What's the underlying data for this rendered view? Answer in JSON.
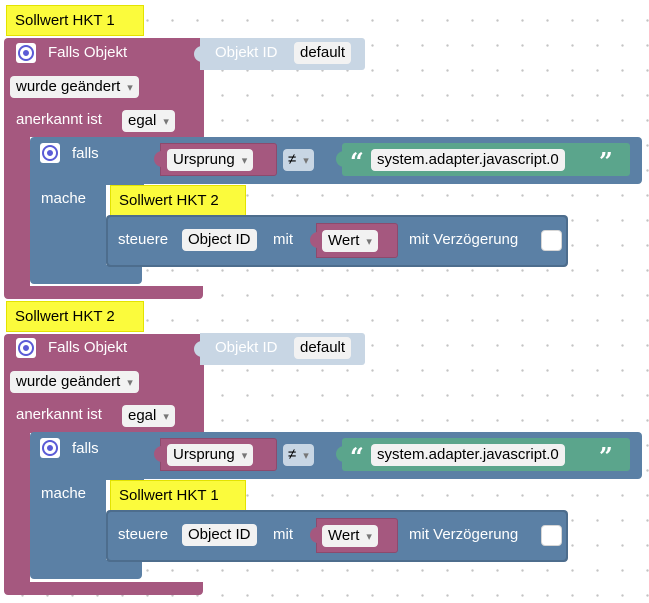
{
  "blocks": [
    {
      "comment": "Sollwert HKT 1",
      "event_label": "Falls Objekt",
      "object_id_label": "Objekt ID",
      "object_id_value": "default",
      "changed_dropdown": "wurde geändert",
      "ack_label": "anerkannt ist",
      "ack_dropdown": "egal",
      "if_label": "falls",
      "origin_dropdown": "Ursprung",
      "operator": "≠",
      "string_value": "system.adapter.javascript.0",
      "do_label": "mache",
      "inner_comment": "Sollwert HKT 2",
      "control_label": "steuere",
      "control_field": "Object ID",
      "with_label": "mit",
      "value_dropdown": "Wert",
      "delay_label": "mit Verzögerung"
    },
    {
      "comment": "Sollwert HKT 2",
      "event_label": "Falls Objekt",
      "object_id_label": "Objekt ID",
      "object_id_value": "default",
      "changed_dropdown": "wurde geändert",
      "ack_label": "anerkannt ist",
      "ack_dropdown": "egal",
      "if_label": "falls",
      "origin_dropdown": "Ursprung",
      "operator": "≠",
      "string_value": "system.adapter.javascript.0",
      "do_label": "mache",
      "inner_comment": "Sollwert HKT 1",
      "control_label": "steuere",
      "control_field": "Object ID",
      "with_label": "mit",
      "value_dropdown": "Wert",
      "delay_label": "mit Verzögerung"
    }
  ],
  "colors": {
    "event_block": "#a5587f",
    "control_block": "#5b80a5",
    "string_block": "#5ba58c",
    "comment_bg": "#fbfb3c"
  },
  "icons": [
    "gear-icon",
    "quote-open-icon",
    "quote-close-icon"
  ]
}
